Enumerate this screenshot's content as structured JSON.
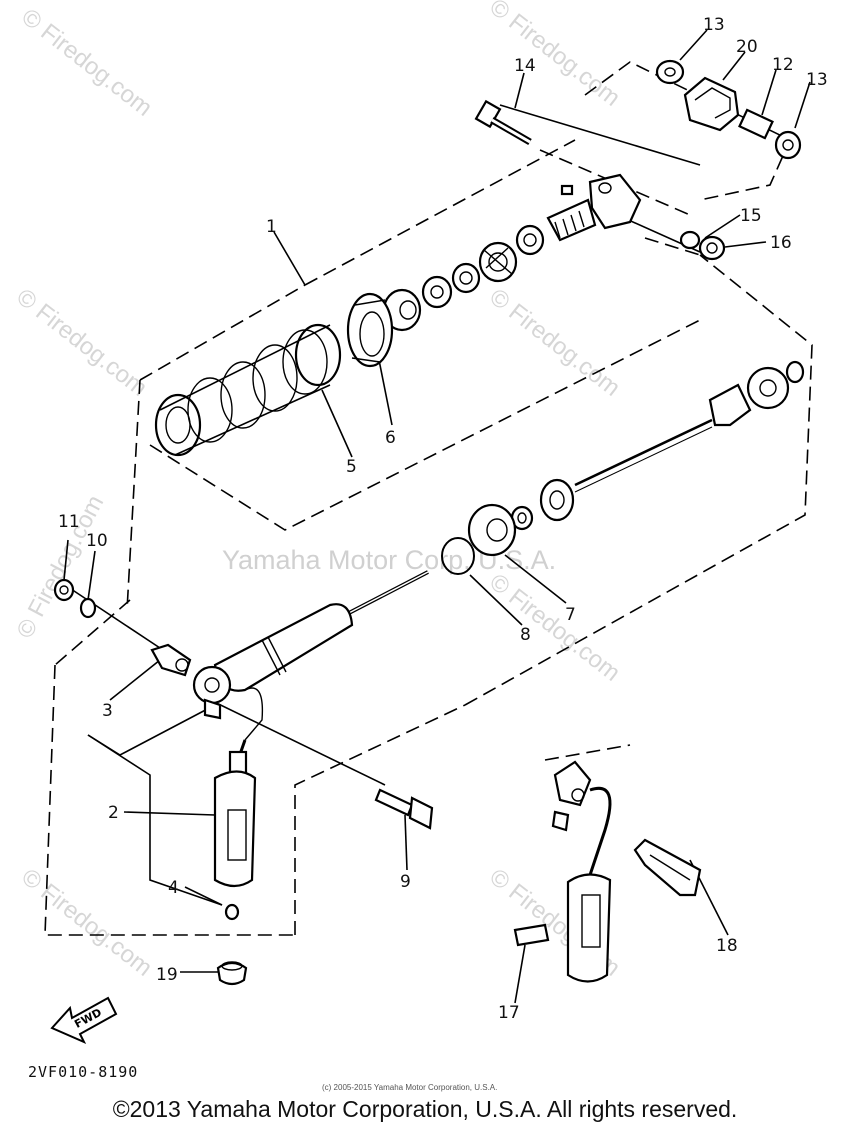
{
  "callouts": {
    "c1": "1",
    "c2": "2",
    "c3": "3",
    "c4": "4",
    "c5": "5",
    "c6": "6",
    "c7": "7",
    "c8": "8",
    "c9": "9",
    "c10": "10",
    "c11": "11",
    "c12": "12",
    "c13a": "13",
    "c13b": "13",
    "c14": "14",
    "c15": "15",
    "c16": "16",
    "c17": "17",
    "c18": "18",
    "c19": "19",
    "c20": "20"
  },
  "fwd_label": "FWD",
  "diagram_code": "2VF010-8190",
  "watermarks": {
    "firedog": "© Firedog.com",
    "center": "Yamaha Motor Corp. U.S.A."
  },
  "small_copyright": "(c) 2005-2015 Yamaha Motor Corporation, U.S.A.",
  "copyright": "©2013 Yamaha Motor Corporation, U.S.A. All rights reserved."
}
